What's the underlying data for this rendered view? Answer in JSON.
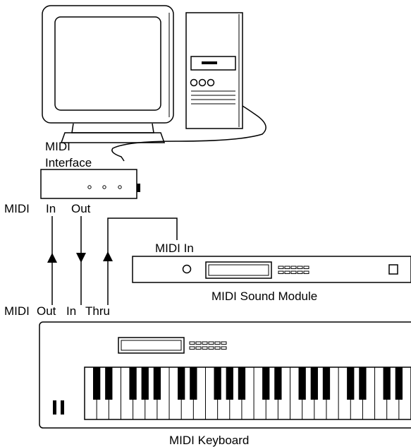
{
  "labels": {
    "midi_interface_line1": "MIDI",
    "midi_interface_line2": "Interface",
    "interface_ports_prefix": "MIDI",
    "interface_in": "In",
    "interface_out": "Out",
    "sound_module_input": "MIDI In",
    "sound_module_name": "MIDI Sound Module",
    "keyboard_ports_prefix": "MIDI",
    "keyboard_out": "Out",
    "keyboard_in": "In",
    "keyboard_thru": "Thru",
    "keyboard_name": "MIDI Keyboard"
  }
}
